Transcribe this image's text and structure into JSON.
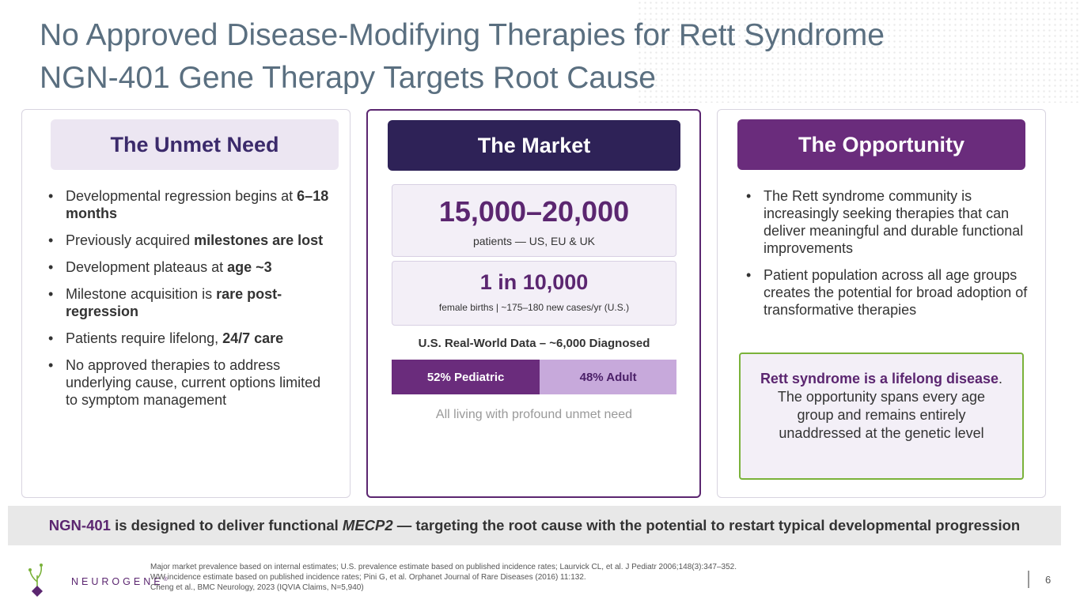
{
  "title": {
    "line1": "No Approved Disease-Modifying Therapies for Rett Syndrome",
    "line2": "NGN-401 Gene Therapy Targets Root Cause"
  },
  "unmet_need": {
    "header": "The Unmet Need",
    "bullets": [
      {
        "pre": "Developmental regression begins at ",
        "bold": "6–18 months",
        "post": ""
      },
      {
        "pre": "Previously acquired ",
        "bold": "milestones are lost",
        "post": ""
      },
      {
        "pre": "Development plateaus at ",
        "bold": "age ~3",
        "post": ""
      },
      {
        "pre": "Milestone acquisition is ",
        "bold": "rare post-regression",
        "post": ""
      },
      {
        "pre": "Patients require lifelong, ",
        "bold": "24/7 care",
        "post": ""
      },
      {
        "pre": "No approved therapies to address underlying cause, current options limited to symptom management",
        "bold": "",
        "post": ""
      }
    ]
  },
  "market": {
    "header": "The Market",
    "stat1_value": "15,000–20,000",
    "stat1_sub": "patients — US, EU & UK",
    "stat2_value": "1 in 10,000",
    "stat2_sub": "female births  | ~175–180 new cases/yr (U.S.)",
    "rwd_title": "U.S. Real-World Data – ~6,000 Diagnosed",
    "split": {
      "pediatric_label": "52% Pediatric",
      "pediatric_pct": 52,
      "adult_label": "48% Adult",
      "adult_pct": 48
    },
    "note": "All living with profound unmet need"
  },
  "opportunity": {
    "header": "The Opportunity",
    "bullets": [
      "The Rett syndrome community is increasingly seeking therapies that can deliver meaningful and durable functional improvements",
      "Patient population across all age groups creates the potential for broad adoption of transformative therapies"
    ],
    "callout_bold": "Rett syndrome is a lifelong disease",
    "callout_rest": ". The opportunity spans every age group and remains entirely unaddressed at the genetic level"
  },
  "banner": {
    "accent": "NGN-401",
    "text1": " is designed to deliver functional ",
    "italic": "MECP2",
    "text2": " — targeting the root cause with the potential to restart typical developmental progression"
  },
  "footer": {
    "logo_text": "NEUROGENE",
    "logo_mark": "®",
    "notes": [
      "Major market prevalence based on internal estimates; U.S. prevalence estimate based on published incidence rates; Laurvick CL, et al. J Pediatr 2006;148(3):347–352.",
      "WW incidence estimate based on published incidence rates; Pini G, et al. Orphanet Journal of Rare Diseases (2016) 11:132.",
      "Cheng et al., BMC Neurology, 2023 (IQVIA Claims, N=5,940)"
    ],
    "page_number": "6"
  },
  "colors": {
    "title": "#5a6f80",
    "purple_dark": "#2e2257",
    "purple": "#6a2c7c",
    "lavender": "#c7a9db",
    "green": "#7ab23a"
  }
}
